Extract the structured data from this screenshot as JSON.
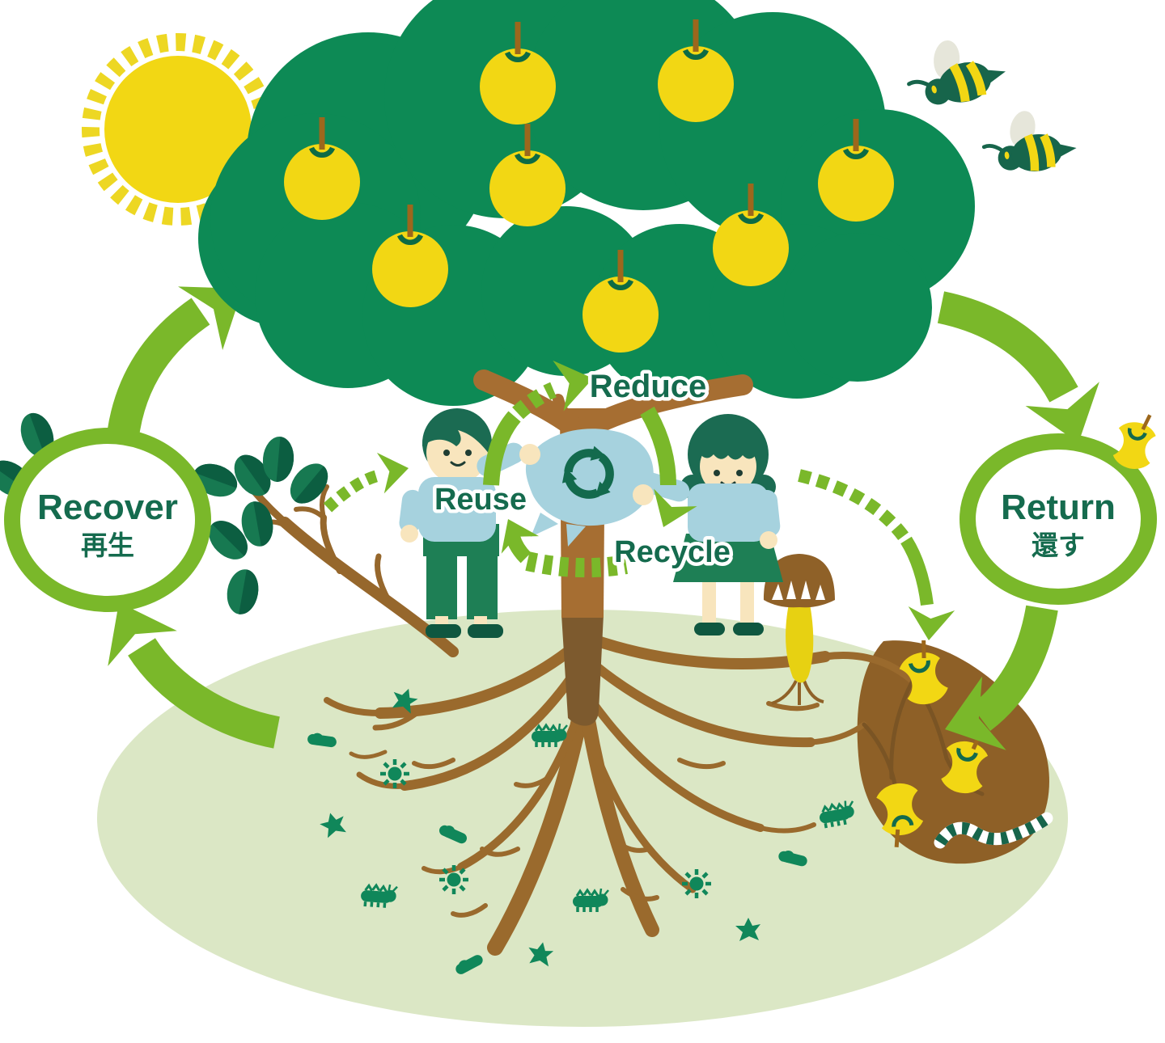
{
  "title": "Fruit tree resource cycle illustration (3R)",
  "cycle": {
    "recover": {
      "en": "Recover",
      "ja": "再生"
    },
    "return": {
      "en": "Return",
      "ja": "還す"
    },
    "reduce": "Reduce",
    "reuse": "Reuse",
    "recycle": "Recycle"
  },
  "icons": {
    "sun-icon": "radial-burst-circle",
    "bee-icon": "striped-bee-with-wing",
    "apple-tree-icon": "green-cloud-canopy-with-yellow-fruit",
    "fruit-icon": "yellow-apple-with-stem",
    "recycle-symbol-icon": "three-chasing-arrows",
    "recycle-bag-icon": "light-blue-cloth-bag",
    "apple-core-icon": "eaten-yellow-apple-core",
    "worm-icon": "striped-earthworm",
    "mushroom-icon": "brown-cap-mushroom",
    "microbe-icon": "green-soil-microbes",
    "leaf-icon": "two-tone-green-leaf",
    "arrow-icon": "curved-green-cycle-arrow"
  },
  "colors": {
    "canopy": "#0d8a55",
    "arrow_green": "#7ab82a",
    "label_green": "#156b4e",
    "deep_green": "#136a4d",
    "ground": "#dbe7c5",
    "soil": "#8e6027",
    "trunk": "#a66e32",
    "root": "#9a6a2d",
    "fruit_yellow": "#f2d714",
    "skin": "#f8e5bd",
    "shirt_blue": "#a6d2de",
    "pants_green": "#1e7f55",
    "microbe_green": "#10875a"
  }
}
